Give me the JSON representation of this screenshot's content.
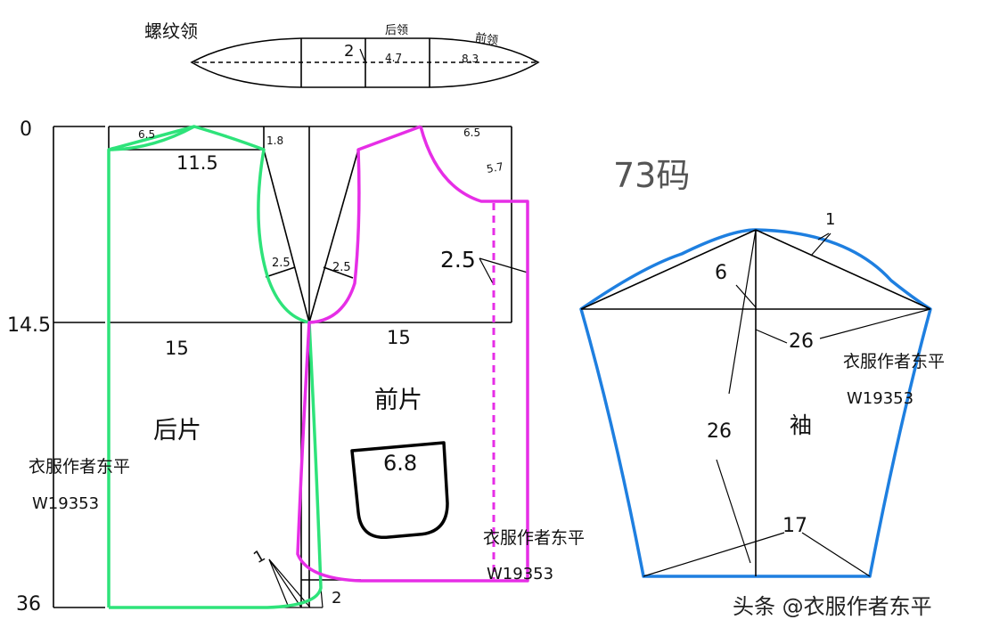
{
  "collar": {
    "title": "螺纹领",
    "back_label": "后领",
    "front_label": "前领",
    "m_2": "2",
    "m_4_7": "4.7",
    "m_8_3": "8.3"
  },
  "scale": {
    "v0": "0",
    "v14_5": "14.5",
    "v36": "36"
  },
  "back": {
    "label": "后片",
    "m_6_5": "6.5",
    "m_11_5": "11.5",
    "m_1_8": "1.8",
    "m_2_5": "2.5",
    "m_15": "15",
    "m_1": "1",
    "m_2": "2",
    "color": "#2ee37a"
  },
  "front": {
    "label": "前片",
    "m_6_5": "6.5",
    "m_5_7": "5.7",
    "m_2_5_dart": "2.5",
    "m_2_5_placket": "2.5",
    "m_15": "15",
    "pocket": "6.8",
    "color": "#e62ee6"
  },
  "size_label": "73码",
  "sleeve": {
    "label": "袖",
    "m_1": "1",
    "m_6": "6",
    "m_26_width": "26",
    "m_26_length": "26",
    "m_17": "17",
    "color": "#1e7fe0"
  },
  "credits": {
    "author": "衣服作者东平",
    "code": "W19353",
    "watermark": "头条 @衣服作者东平"
  }
}
